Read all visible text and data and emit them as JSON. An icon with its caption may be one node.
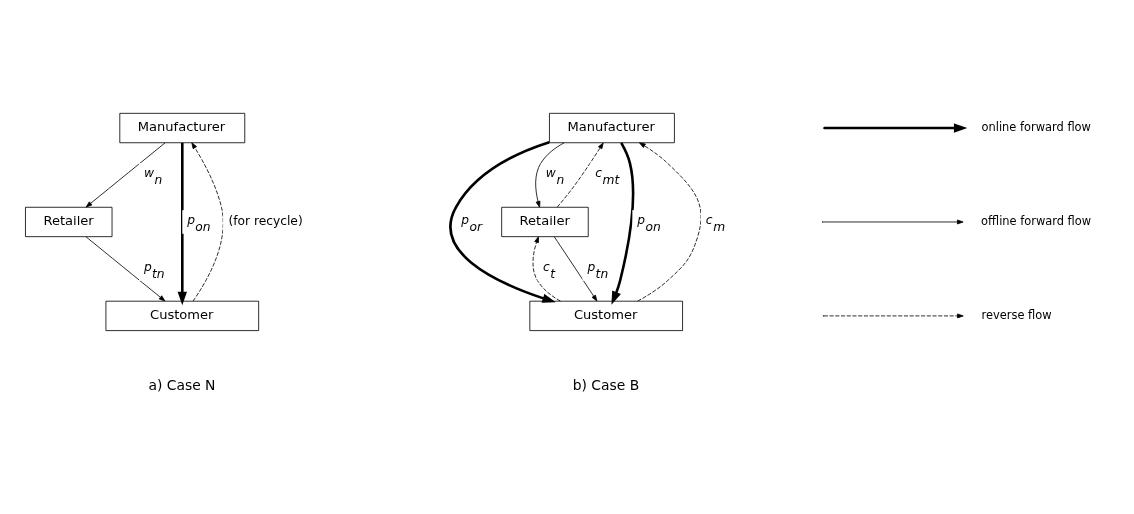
{
  "diagram": {
    "nodes": [
      {
        "text": [
          "Manufacturer"
        ]
      },
      {
        "text": [
          "Retailer"
        ]
      },
      {
        "text": [
          "Customer"
        ]
      },
      {
        "text": [
          "Manufacturer"
        ]
      },
      {
        "text": [
          "Retailer"
        ]
      },
      {
        "text": [
          "Customer"
        ]
      }
    ],
    "edges": [
      {
        "from": 0,
        "to": 1,
        "arrow": "to",
        "label": "w$_{n}$"
      },
      {
        "from": 1,
        "to": 2,
        "arrow": "to",
        "label": "p$_{tn}$"
      },
      {
        "from": 2,
        "to": 0,
        "arrow": "to",
        "style": "dashed",
        "label": "(for recycle)"
      },
      {
        "from": 0,
        "to": 2,
        "arrow": "to",
        "style": "thick",
        "label": "p$_{on}$"
      },
      {
        "from": 3,
        "to": 4,
        "arrow": "to",
        "label": "w$_{n}$"
      },
      {
        "from": 4,
        "to": 5,
        "arrow": "to",
        "label": "p$_{tn}$"
      },
      {
        "from": 5,
        "to": 4,
        "arrow": "to",
        "style": "dashed",
        "label": "c$_{t}$"
      },
      {
        "from": 4,
        "to": 3,
        "arrow": "to",
        "style": "dashed",
        "label": "c$_{mt}$"
      },
      {
        "from": 5,
        "to": 3,
        "arrow": "to",
        "style": "dashed",
        "label": "c$_{m}$"
      },
      {
        "from": 3,
        "to": 5,
        "arrow": "to",
        "style": "thick",
        "label": "p$_{or}$"
      },
      {
        "from": 3,
        "to": 5,
        "arrow": "to",
        "style": "thick",
        "label": "p$_{on}$"
      }
    ],
    "labels": [
      "a) Case N",
      "b) Case B"
    ],
    "legend": [
      {
        "text": "online forward flow"
      },
      {
        "text": "offline forward flow"
      },
      {
        "text": "reverse flow"
      }
    ]
  }
}
